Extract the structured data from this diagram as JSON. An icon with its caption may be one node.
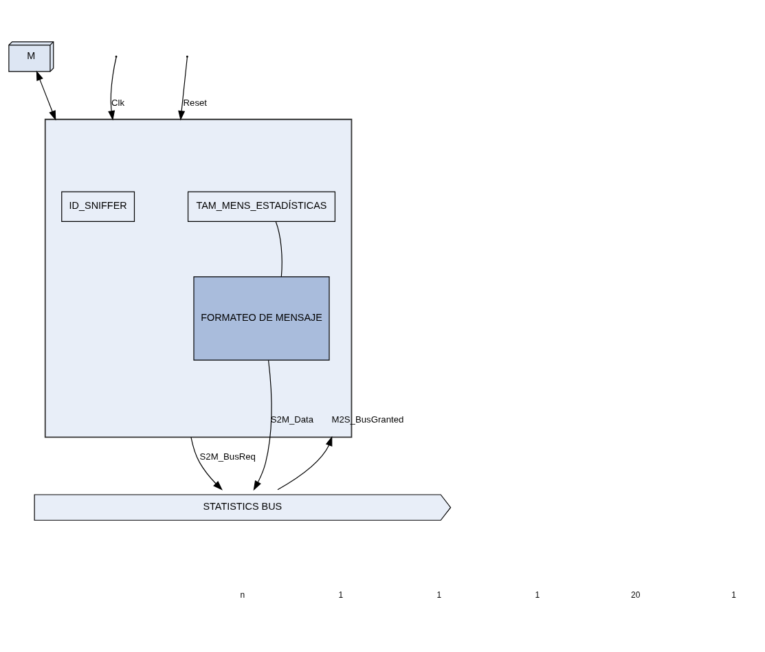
{
  "diagram": {
    "nodes": [
      {
        "text": [
          "M"
        ]
      },
      {
        "text": [],
        "shape": "box"
      },
      {
        "text": [
          "ID_SNIFFER"
        ],
        "in": 1
      },
      {
        "text": [
          "TAM_MENS_ESTADÍSTICAS"
        ],
        "in": 1
      },
      {
        "text": [
          "FORMATEO DE MENSAJE"
        ],
        "in": 1
      },
      {
        "text": [
          "STATISTICS BUS"
        ]
      }
    ],
    "edges": [
      {
        "from": 1,
        "to": 0,
        "arrow": "both"
      },
      {
        "from": null,
        "to": 1,
        "arrow": "to",
        "label": "Clk"
      },
      {
        "from": null,
        "to": 1,
        "arrow": "to",
        "label": "Reset"
      },
      {
        "from": 5,
        "to": 1,
        "arrow": "to",
        "label": "M2S_BusGranted"
      },
      {
        "from": 4,
        "to": 3,
        "arrow": "none"
      },
      {
        "from": 4,
        "to": 5,
        "arrow": "to",
        "label": "S2M_Data"
      },
      {
        "from": 1,
        "to": 5,
        "arrow": "to",
        "label": "S2M_BusReq"
      }
    ],
    "labels": [
      "n",
      "1",
      "1",
      "1",
      "20",
      "1"
    ]
  }
}
